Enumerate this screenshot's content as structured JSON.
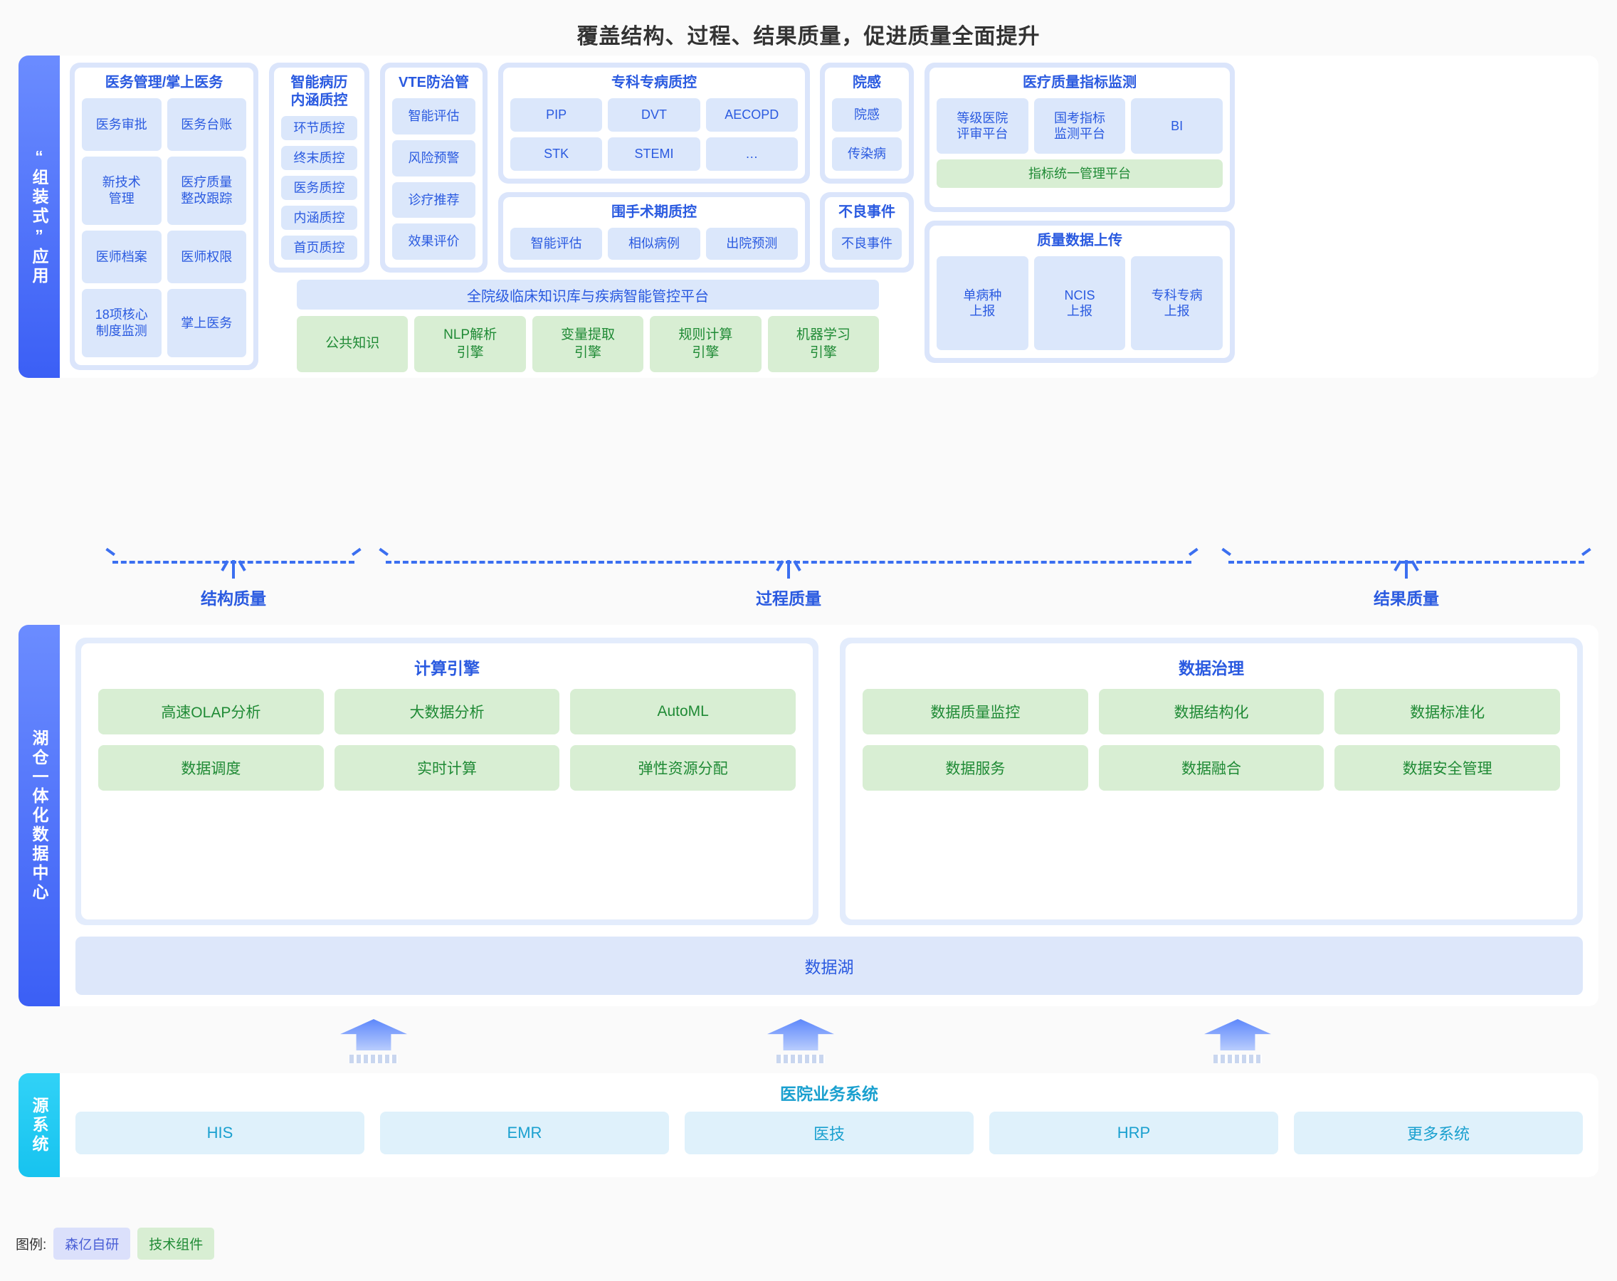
{
  "title": "覆盖结构、过程、结果质量，促进质量全面提升",
  "colors": {
    "accent_blue": "#2a5ae0",
    "rail_blue": "#3b5ff5",
    "rail_cyan": "#17c3ef",
    "chip_blue_bg": "#dbe7fb",
    "chip_green_bg": "#d8eed3",
    "chip_green_text": "#1f8a35",
    "source_cyan": "#1aa0cf"
  },
  "app_layer": {
    "rail_label": "“组装式”应用",
    "cards": {
      "medical_admin": {
        "title": "医务管理/掌上医务",
        "chips": [
          "医务审批",
          "医务台账",
          "新技术\n管理",
          "医疗质量\n整改跟踪",
          "医师档案",
          "医师权限",
          "18项核心\n制度监测",
          "掌上医务"
        ]
      },
      "emr_quality": {
        "title": "智能病历\n内涵质控",
        "chips": [
          "环节质控",
          "终末质控",
          "医务质控",
          "内涵质控",
          "首页质控"
        ]
      },
      "vte": {
        "title": "VTE防治管",
        "chips": [
          "智能评估",
          "风险预警",
          "诊疗推荐",
          "效果评价"
        ]
      },
      "specialty_disease": {
        "title": "专科专病质控",
        "chips": [
          "PIP",
          "DVT",
          "AECOPD",
          "STK",
          "STEMI",
          "…"
        ]
      },
      "perioperative": {
        "title": "围手术期质控",
        "chips": [
          "智能评估",
          "相似病例",
          "出院预测"
        ]
      },
      "infection": {
        "title": "院感",
        "chips": [
          "院感",
          "传染病"
        ]
      },
      "adverse_event": {
        "title": "不良事件",
        "chips": [
          "不良事件"
        ]
      },
      "quality_indicator": {
        "title": "医疗质量指标监测",
        "chips": [
          "等级医院\n评审平台",
          "国考指标\n监测平台",
          "BI"
        ],
        "green_chip": "指标统一管理平台"
      },
      "quality_upload": {
        "title": "质量数据上传",
        "chips": [
          "单病种\n上报",
          "NCIS\n上报",
          "专科专病\n上报"
        ]
      }
    },
    "knowledge_platform": {
      "bar_label": "全院级临床知识库与疾病智能管控平台",
      "engines": [
        "公共知识",
        "NLP解析\n引擎",
        "变量提取\n引擎",
        "规则计算\n引擎",
        "机器学习\n引擎"
      ]
    }
  },
  "quality_brackets": [
    {
      "label": "结构质量"
    },
    {
      "label": "过程质量"
    },
    {
      "label": "结果质量"
    }
  ],
  "data_center": {
    "rail_label": "湖仓一体化数据中心",
    "compute_engine": {
      "title": "计算引擎",
      "chips": [
        "高速OLAP分析",
        "大数据分析",
        "AutoML",
        "数据调度",
        "实时计算",
        "弹性资源分配"
      ]
    },
    "data_governance": {
      "title": "数据治理",
      "chips": [
        "数据质量监控",
        "数据结构化",
        "数据标准化",
        "数据服务",
        "数据融合",
        "数据安全管理"
      ]
    },
    "lake_label": "数据湖"
  },
  "source_systems": {
    "rail_label": "源系统",
    "title": "医院业务系统",
    "chips": [
      "HIS",
      "EMR",
      "医技",
      "HRP",
      "更多系统"
    ]
  },
  "legend": {
    "label": "图例:",
    "items": [
      {
        "text": "森亿自研",
        "kind": "blue"
      },
      {
        "text": "技术组件",
        "kind": "green"
      }
    ]
  }
}
